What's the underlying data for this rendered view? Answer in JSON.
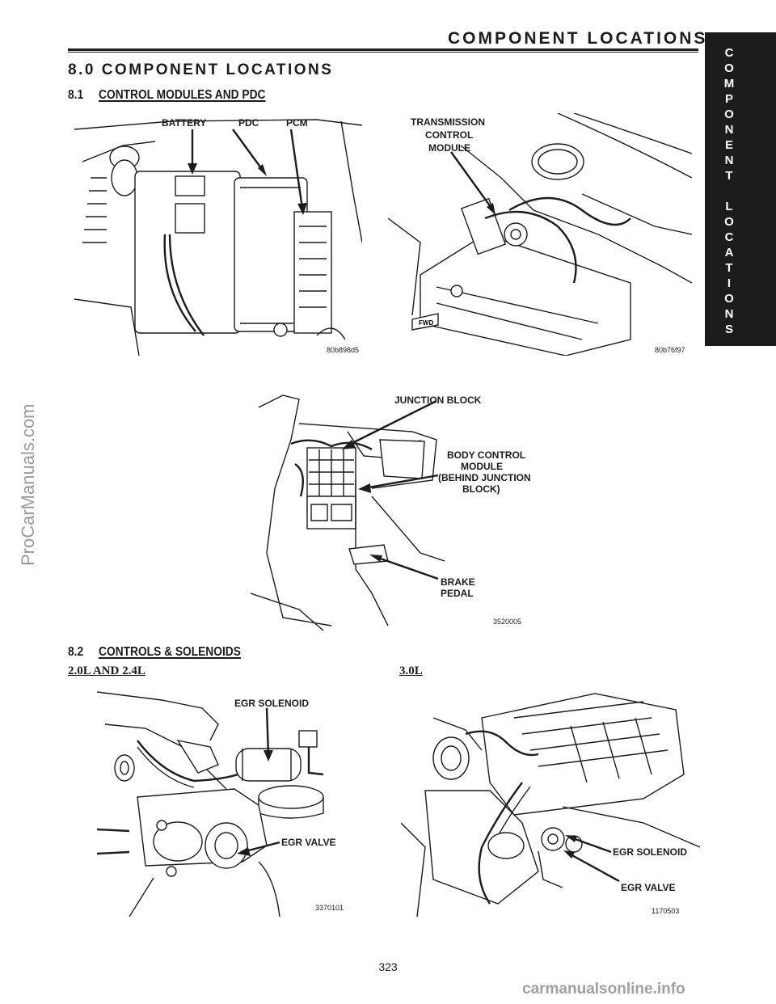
{
  "header": {
    "title": "COMPONENT LOCATIONS"
  },
  "side_tab": {
    "letters": [
      "C",
      "O",
      "M",
      "P",
      "O",
      "N",
      "E",
      "N",
      "T",
      "",
      "L",
      "O",
      "C",
      "A",
      "T",
      "I",
      "O",
      "N",
      "S"
    ]
  },
  "watermark": "ProCarManuals.com",
  "section": {
    "title": "8.0  COMPONENT LOCATIONS"
  },
  "subsection_1": {
    "number": "8.1",
    "title": "CONTROL MODULES AND PDC"
  },
  "subsection_2": {
    "number": "8.2",
    "title": "CONTROLS & SOLENOIDS"
  },
  "figures": {
    "battery_pdc_pcm": {
      "labels": [
        "BATTERY",
        "PDC",
        "PCM"
      ],
      "code": "80b898d5"
    },
    "tcm": {
      "label_lines": [
        "TRANSMISSION",
        "CONTROL",
        "MODULE"
      ],
      "code": "80b76f97"
    },
    "junction_block": {
      "labels": {
        "junction": "JUNCTION BLOCK",
        "bcm": [
          "BODY CONTROL",
          "MODULE",
          "(BEHIND JUNCTION",
          "BLOCK)"
        ],
        "brake": [
          "BRAKE",
          "PEDAL"
        ]
      },
      "code": "3520005"
    },
    "egr_20": {
      "engine": "2.0L AND 2.4L",
      "labels": [
        "EGR SOLENOID",
        "EGR VALVE"
      ],
      "code": "3370101"
    },
    "egr_30": {
      "engine": "3.0L",
      "labels": [
        "EGR SOLENOID",
        "EGR VALVE"
      ],
      "code": "1170503"
    }
  },
  "page_number": "323",
  "footer": "carmanualsonline.info"
}
